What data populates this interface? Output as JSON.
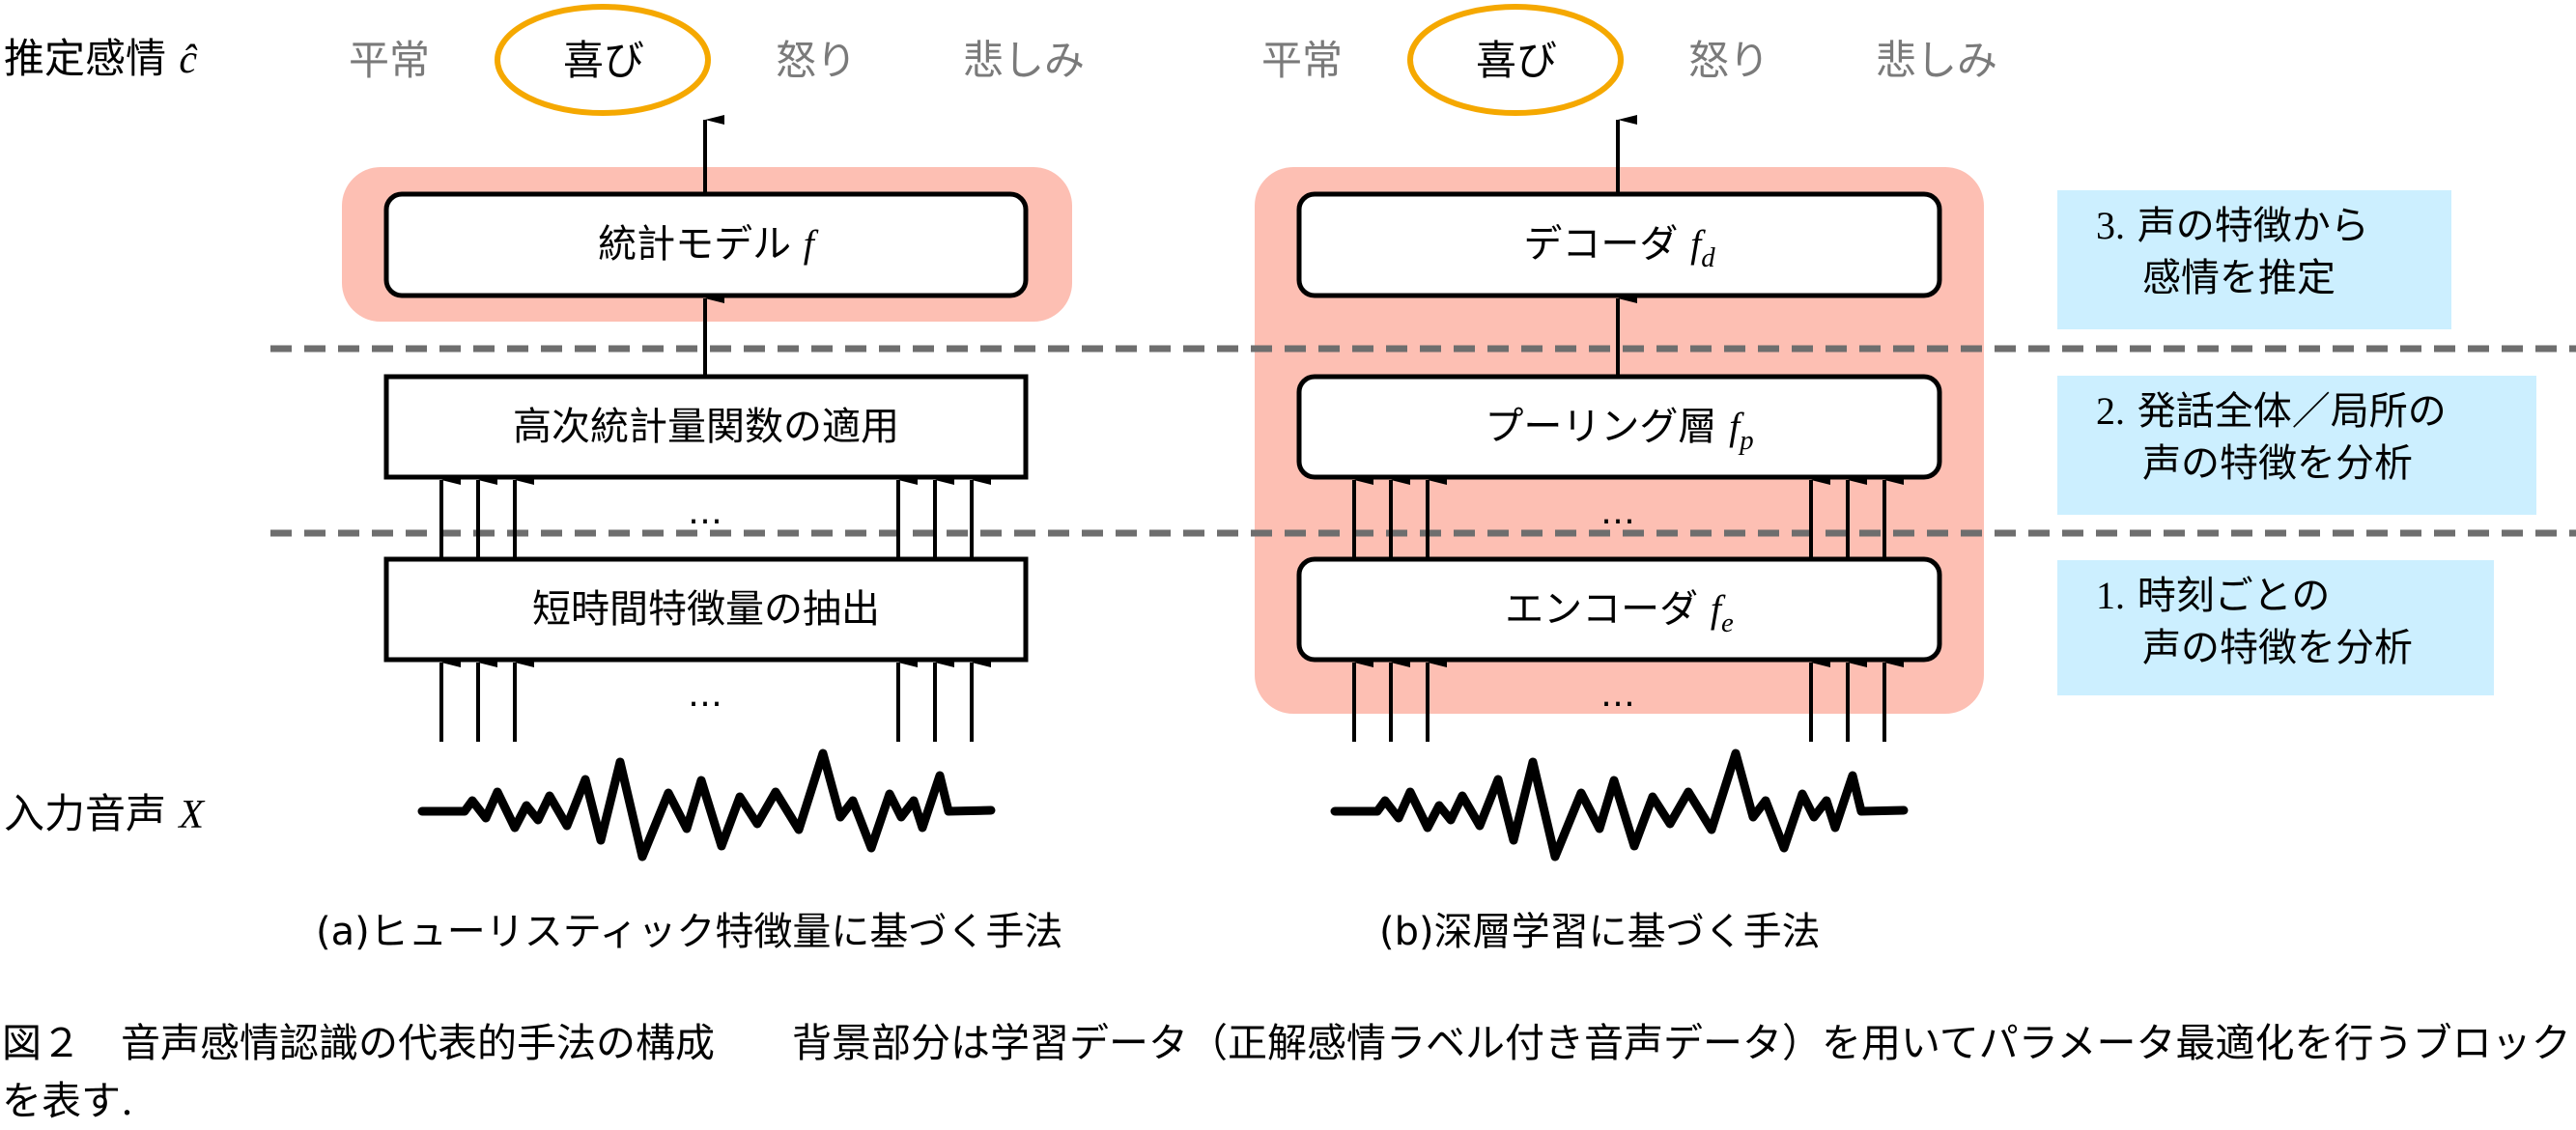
{
  "labels": {
    "estimated_emotion": "推定感情",
    "estimated_emotion_symbol": "ĉ",
    "input_audio": "入力音声",
    "input_audio_symbol": "X"
  },
  "emotions": [
    {
      "label": "平常",
      "selected": false
    },
    {
      "label": "喜び",
      "selected": true
    },
    {
      "label": "怒り",
      "selected": false
    },
    {
      "label": "悲しみ",
      "selected": false
    }
  ],
  "panel_a": {
    "caption": "(a)ヒューリスティック特徴量に基づく手法",
    "blocks": {
      "model": {
        "label": "統計モデル",
        "symbol": "f",
        "subscript": ""
      },
      "functionals": {
        "label": "高次統計量関数の適用"
      },
      "features": {
        "label": "短時間特徴量の抽出"
      }
    },
    "ellipsis": "…"
  },
  "panel_b": {
    "caption": "(b)深層学習に基づく手法",
    "blocks": {
      "decoder": {
        "label": "デコーダ",
        "symbol": "f",
        "subscript": "d"
      },
      "pooling": {
        "label": "プーリング層",
        "symbol": "f",
        "subscript": "p"
      },
      "encoder": {
        "label": "エンコーダ",
        "symbol": "f",
        "subscript": "e"
      }
    },
    "ellipsis": "…"
  },
  "stages": [
    {
      "number": "3.",
      "line1": "声の特徴から",
      "line2": "感情を推定"
    },
    {
      "number": "2.",
      "line1": "発話全体／局所の",
      "line2": "声の特徴を分析"
    },
    {
      "number": "1.",
      "line1": "時刻ごとの",
      "line2": "声の特徴を分析"
    }
  ],
  "caption": {
    "head": "図２　音声感情認識の代表的手法の構成",
    "body": "背景部分は学習データ（正解感情ラベル付き音声データ）を用いてパラメータ最適化を行うブロックを表す."
  },
  "colors": {
    "trainable_background": "#fdbfb3",
    "selected_emotion_ring": "#f5a800",
    "stage_label_background": "#ccefff",
    "layer_divider": "#6e6e6e",
    "unselected_emotion_text": "#7a7a7a"
  }
}
